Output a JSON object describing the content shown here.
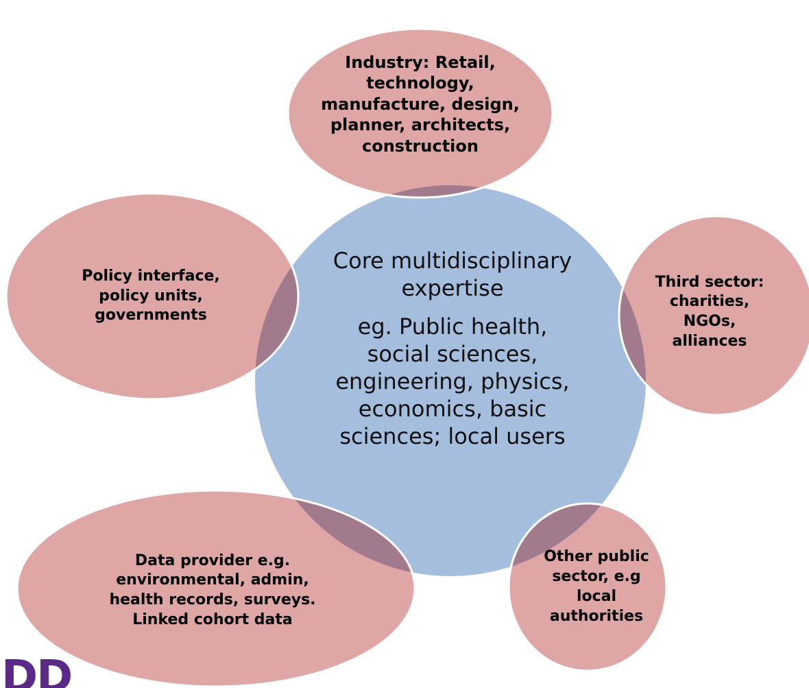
{
  "colors": {
    "center_fill": "#a6bedd",
    "outer_fill": "#dfa6a6",
    "overlap_tint": "#a27a8e",
    "logo": "#5b2a86"
  },
  "center": {
    "title_lines": [
      "Core multidisciplinary",
      "expertise"
    ],
    "example_lines": [
      "eg.  Public health,",
      "social sciences,",
      "engineering, physics,",
      "economics, basic",
      "sciences; local users"
    ]
  },
  "nodes": {
    "industry": [
      "Industry: Retail,",
      "technology,",
      "manufacture, design,",
      "planner, architects,",
      "construction"
    ],
    "policy": [
      "Policy interface,",
      "policy units,",
      "governments"
    ],
    "third_sector": [
      "Third sector:",
      "charities,",
      "NGOs,",
      "alliances"
    ],
    "data_provider": [
      "Data provider e.g.",
      "environmental, admin,",
      "health records,  surveys.",
      "Linked cohort data"
    ],
    "public_sector": [
      "Other public",
      "sector, e.g",
      "local",
      "authorities"
    ]
  },
  "logo": {
    "text": "DD"
  }
}
